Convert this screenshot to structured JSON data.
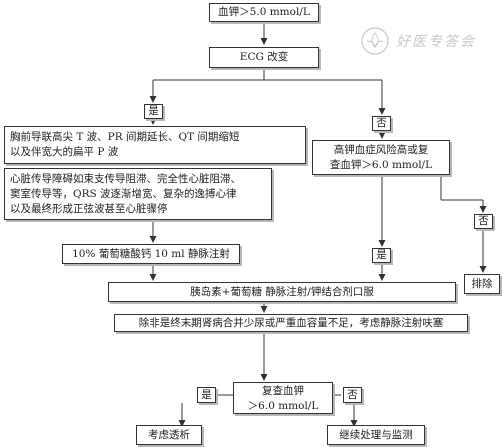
{
  "nodes": {
    "start": "血钾＞5.0 mmol/L",
    "ecg": "ECG 改变",
    "yes_top": "是",
    "no_top": "否",
    "ecg_mild": [
      "胸前导联高尖 T 波、PR 间期延长、QT 间期缩短",
      "以及伴宽大的扁平 P 波"
    ],
    "ecg_severe": [
      "心脏传导障碍如束支传导阻滞、完全性心脏阻滞、",
      "窦室传导等，QRS 波逐渐增宽、复杂的逸搏心律",
      "以及最终形成正弦波甚至心脏骤停"
    ],
    "calcium": "10% 葡萄糖酸钙 10 ml 静脉注射",
    "risk": [
      "高钾血症风险高或复",
      "查血钾＞6.0 mmol/L"
    ],
    "no_risk": "否",
    "exclude": "排除",
    "yes_risk": "是",
    "insulin": "胰岛素+葡萄糖 静脉注射/钾结合剂口服",
    "dialysis_note": "除非是终末期肾病合并少尿或严重血容量不足，考虑静脉注射呋塞",
    "recheck": [
      "复查血钾",
      "＞6.0 mmol/L"
    ],
    "yes_bottom": "是",
    "no_bottom": "否",
    "consider_dialysis": "考虑透析",
    "continue_monitor": "继续处理与监测"
  },
  "watermark": {
    "text": "好医专答会",
    "icon": "lotus-seal-icon"
  }
}
